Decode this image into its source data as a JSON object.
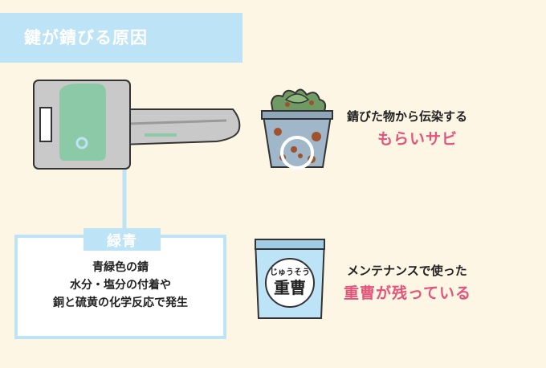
{
  "header": {
    "title": "鍵が錆びる原因"
  },
  "label": {
    "tab": "緑青",
    "lines": [
      "青緑色の錆",
      "水分・塩分の付着や",
      "銅と硫黄の化学反応で発生"
    ]
  },
  "causes": [
    {
      "small": "錆びた物から伝染する",
      "big": "もらいサビ"
    },
    {
      "small": "メンテナンスで使った",
      "big": "重曹が残っている"
    }
  ],
  "bag": {
    "sub": "じゅうそう",
    "main": "重曹"
  },
  "colors": {
    "accent": "#e4547a",
    "tab": "#bde3f6",
    "patina": "#8ccaa7",
    "background": "#fdf6e4"
  }
}
